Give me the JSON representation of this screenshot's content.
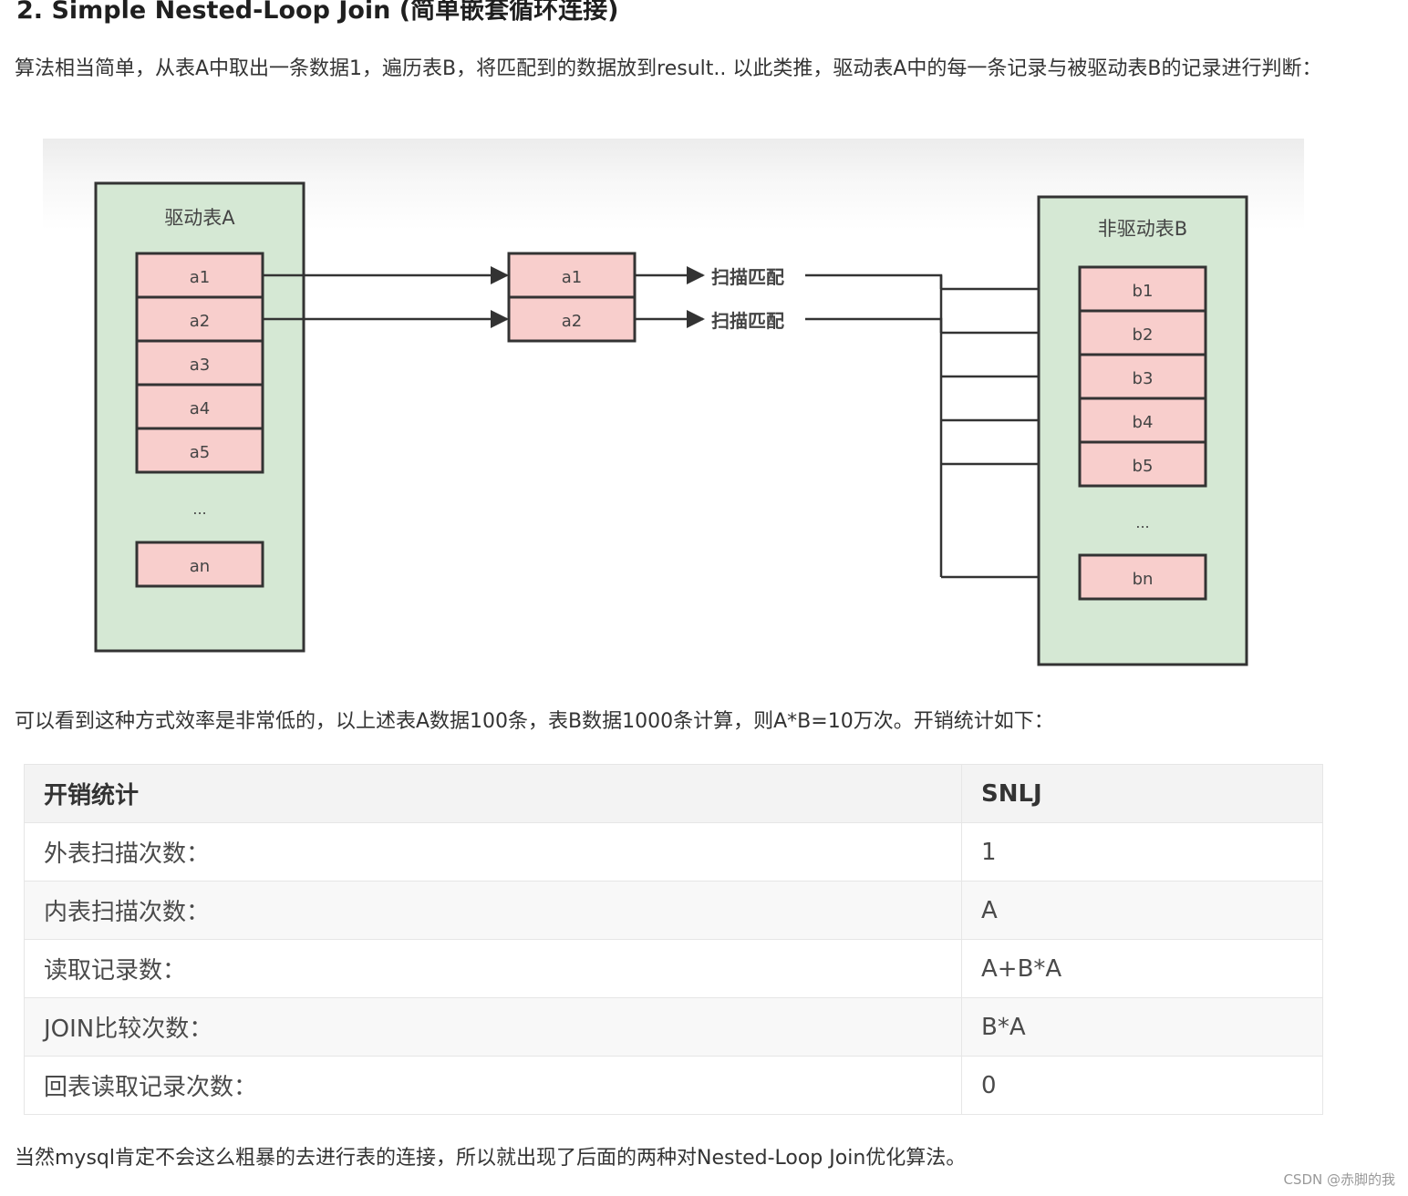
{
  "heading": "2. Simple Nested-Loop Join (简单嵌套循环连接)",
  "intro": "算法相当简单，从表A中取出一条数据1，遍历表B，将匹配到的数据放到result.. 以此类推，驱动表A中的每一条记录与被驱动表B的记录进行判断：",
  "diagram": {
    "table_a_title": "驱动表A",
    "table_a_rows": [
      "a1",
      "a2",
      "a3",
      "a4",
      "a5"
    ],
    "table_a_ellipsis": "...",
    "table_a_last": "an",
    "middle_rows": [
      "a1",
      "a2"
    ],
    "scan_label": "扫描匹配",
    "table_b_title": "非驱动表B",
    "table_b_rows": [
      "b1",
      "b2",
      "b3",
      "b4",
      "b5"
    ],
    "table_b_ellipsis": "...",
    "table_b_last": "bn",
    "colors": {
      "table_bg": "#d5e8d4",
      "row_bg": "#f8cecc",
      "stroke": "#333333"
    }
  },
  "mid": "可以看到这种方式效率是非常低的，以上述表A数据100条，表B数据1000条计算，则A*B=10万次。开销统计如下：",
  "stats_table": {
    "headers": [
      "开销统计",
      "SNLJ"
    ],
    "rows": [
      [
        "外表扫描次数：",
        "1"
      ],
      [
        "内表扫描次数：",
        "A"
      ],
      [
        "读取记录数：",
        "A+B*A"
      ],
      [
        "JOIN比较次数：",
        "B*A"
      ],
      [
        "回表读取记录次数：",
        "0"
      ]
    ]
  },
  "outro": "当然mysql肯定不会这么粗暴的去进行表的连接，所以就出现了后面的两种对Nested-Loop Join优化算法。",
  "watermark": "CSDN @赤脚的我"
}
